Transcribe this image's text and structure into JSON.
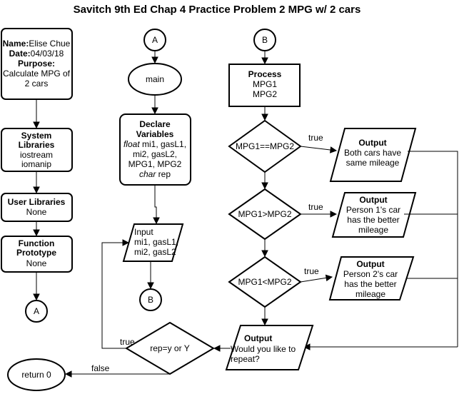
{
  "title": "Savitch 9th Ed Chap 4 Practice Problem 2 MPG w/ 2 cars",
  "header_box": {
    "name_label": "Name:",
    "name_value": "Elise Chue",
    "date_label": "Date:",
    "date_value": "04/03/18",
    "purpose_label": "Purpose:",
    "purpose_line1": "Calculate MPG of",
    "purpose_line2": "2 cars"
  },
  "system_libraries": {
    "title1": "System",
    "title2": "Libraries",
    "line1": "iostream",
    "line2": "iomanip"
  },
  "user_libraries": {
    "title": "User Libraries",
    "line1": "None"
  },
  "function_prototype": {
    "title1": "Function",
    "title2": "Prototype",
    "line1": "None"
  },
  "connector_a_top": "A",
  "connector_a_bottom": "A",
  "connector_b_top": "B",
  "connector_b_bottom": "B",
  "main_label": "main",
  "declare": {
    "title1": "Declare",
    "title2": "Variables",
    "type1": "float",
    "line1_rest": " mi1, gasL1,",
    "line2": "mi2, gasL2,",
    "line3": "MPG1, MPG2",
    "type2": "char",
    "line4_rest": " rep"
  },
  "input": {
    "line1": "Input",
    "line2": "mi1, gasL1,",
    "line3": "mi2, gasL2"
  },
  "process": {
    "title": "Process",
    "line1": "MPG1",
    "line2": "MPG2"
  },
  "decisions": [
    "MPG1==MPG2",
    "MPG1>MPG2",
    "MPG1<MPG2"
  ],
  "outputs": [
    {
      "title": "Output",
      "line1": "Both cars have",
      "line2": "same mileage",
      "line3": ""
    },
    {
      "title": "Output",
      "line1": "Person 1's car",
      "line2": "has the better",
      "line3": "mileage"
    },
    {
      "title": "Output",
      "line1": "Person 2's car",
      "line2": "has the better",
      "line3": "mileage"
    }
  ],
  "true_labels": [
    "true",
    "true",
    "true"
  ],
  "repeat_output": {
    "title": "Output",
    "line1": "Would you like to",
    "line2": "repeat?"
  },
  "repeat_decision": "rep=y or Y",
  "repeat_true": "true",
  "repeat_false": "false",
  "return_label": "return 0"
}
